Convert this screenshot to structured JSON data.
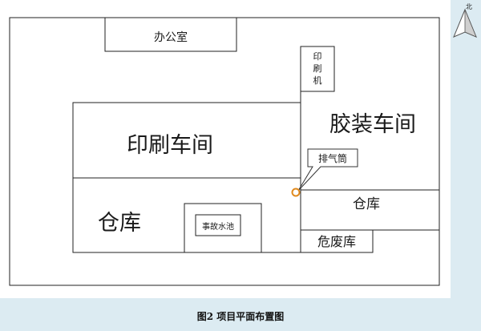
{
  "north_label": "北",
  "rooms": {
    "office": "办公室",
    "printing_machine": [
      "印",
      "刷",
      "机"
    ],
    "printing_workshop": "印刷车间",
    "binding_workshop": "胶装车间",
    "exhaust_stack": "排气筒",
    "warehouse_left": "仓库",
    "warehouse_right": "仓库",
    "emergency_pool": "事故水池",
    "hazardous_waste": "危废库"
  },
  "colors": {
    "stack_marker": "#e08a1e",
    "line": "#222222",
    "background": "#dcebf2"
  },
  "caption": "图2  项目平面布置图"
}
